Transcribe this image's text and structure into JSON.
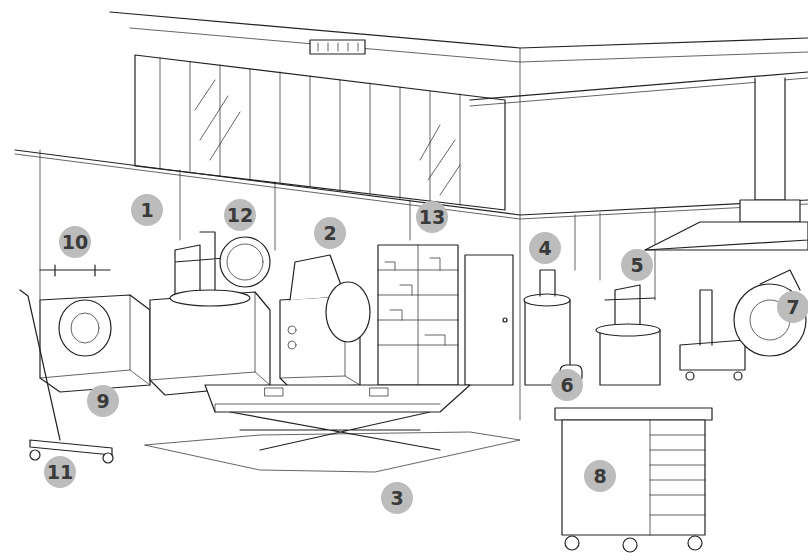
{
  "diagram": {
    "nodes": [
      {
        "text": [
          "1"
        ]
      },
      {
        "text": [
          "2"
        ]
      },
      {
        "text": [
          "3"
        ]
      },
      {
        "text": [
          "4"
        ]
      },
      {
        "text": [
          "5"
        ]
      },
      {
        "text": [
          "6"
        ]
      },
      {
        "text": [
          "7"
        ]
      },
      {
        "text": [
          "8"
        ]
      },
      {
        "text": [
          "9"
        ]
      },
      {
        "text": [
          "10"
        ]
      },
      {
        "text": [
          "11"
        ]
      },
      {
        "text": [
          "12"
        ]
      },
      {
        "text": [
          "13"
        ]
      }
    ]
  }
}
